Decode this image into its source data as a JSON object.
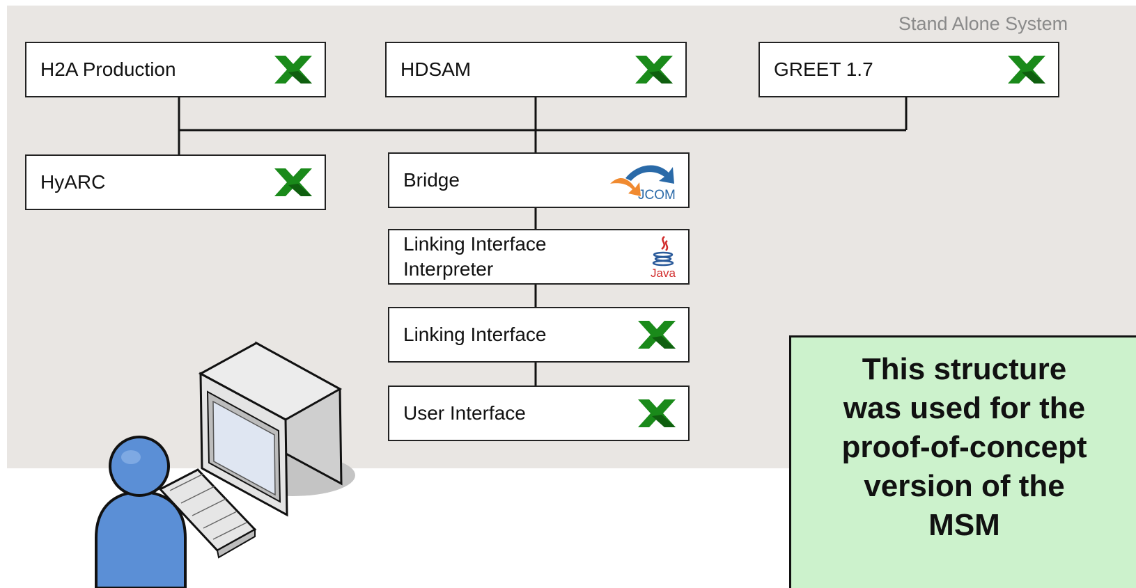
{
  "system_label": "Stand Alone System",
  "boxes": {
    "h2a": {
      "label": "H2A Production",
      "icon": "excel-icon"
    },
    "hdsam": {
      "label": "HDSAM",
      "icon": "excel-icon"
    },
    "greet": {
      "label": "GREET 1.7",
      "icon": "excel-icon"
    },
    "hyarc": {
      "label": "HyARC",
      "icon": "excel-icon"
    },
    "bridge": {
      "label": "Bridge",
      "icon": "jcom-icon",
      "icon_text": "JCOM"
    },
    "interpreter": {
      "label": "Linking Interface\nInterpreter",
      "icon": "java-icon",
      "icon_text": "Java"
    },
    "linking": {
      "label": "Linking Interface",
      "icon": "excel-icon"
    },
    "user_interface": {
      "label": "User Interface",
      "icon": "excel-icon"
    }
  },
  "note": {
    "text": "This structure\nwas used for the\nproof-of-concept\nversion of the\nMSM"
  },
  "clipart": {
    "icon": "user-workstation-icon"
  },
  "colors": {
    "background": "#e9e6e3",
    "excel_green": "#1a8a1a",
    "note_fill": "#ccf2cc",
    "jcom_orange": "#f08a30",
    "jcom_blue": "#2a6aa8",
    "java_red": "#d12a2a",
    "java_blue": "#2a5a9a",
    "person_blue": "#5b8fd6"
  }
}
